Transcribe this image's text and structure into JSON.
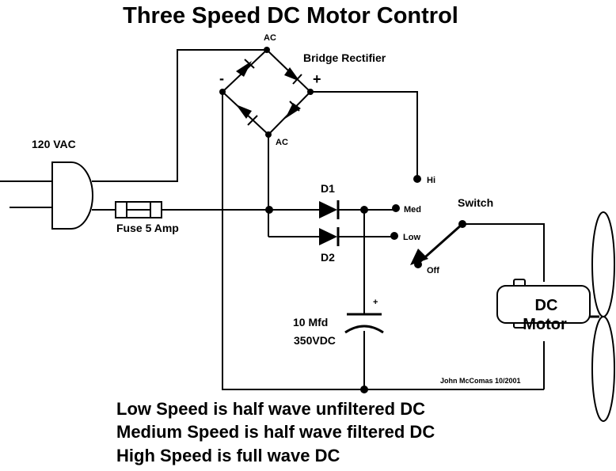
{
  "title": "Three Speed DC Motor Control",
  "labels": {
    "ac_top": "AC",
    "ac_bottom": "AC",
    "bridge_rectifier": "Bridge Rectifier",
    "minus": "-",
    "plus": "+",
    "vac": "120 VAC",
    "fuse": "Fuse 5 Amp",
    "d1": "D1",
    "d2": "D2",
    "hi": "Hi",
    "med": "Med",
    "low": "Low",
    "off": "Off",
    "switch": "Switch",
    "cap_plus": "+",
    "cap_value": "10 Mfd",
    "cap_voltage": "350VDC",
    "motor_line1": "DC",
    "motor_line2": "Motor",
    "credit": "John McComas 10/2001"
  },
  "notes": [
    "Low Speed is half wave unfiltered DC",
    "Medium Speed is half wave filtered DC",
    "High Speed is full wave DC"
  ]
}
